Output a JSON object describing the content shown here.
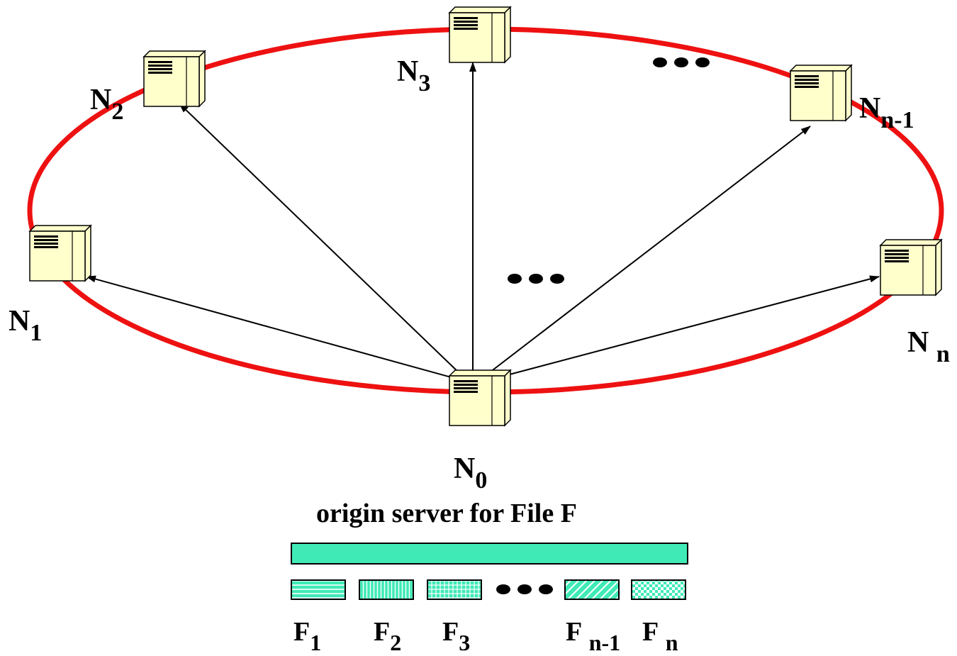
{
  "nodes": {
    "n0": {
      "main": "N",
      "sub": "0"
    },
    "n1": {
      "main": "N",
      "sub": "1"
    },
    "n2": {
      "main": "N",
      "sub": "2"
    },
    "n3": {
      "main": "N",
      "sub": "3"
    },
    "n_minus_1": {
      "main": "N",
      "sub": "n-1"
    },
    "n_n": {
      "main": "N",
      "sub": "n"
    }
  },
  "caption": "origin server for File F",
  "fragments": {
    "f1": {
      "main": "F",
      "sub": "1"
    },
    "f2": {
      "main": "F",
      "sub": "2"
    },
    "f3": {
      "main": "F",
      "sub": "3"
    },
    "f_n_minus_1": {
      "main": "F",
      "sub": "n-1"
    },
    "f_n": {
      "main": "F",
      "sub": "n"
    }
  },
  "colors": {
    "ring": "#ee1111",
    "server_body": "#ffffcc",
    "file_fill": "#40eab6",
    "arrow": "#000000"
  },
  "icons": [
    "server-icon",
    "ellipsis-icon",
    "arrow-icon"
  ]
}
